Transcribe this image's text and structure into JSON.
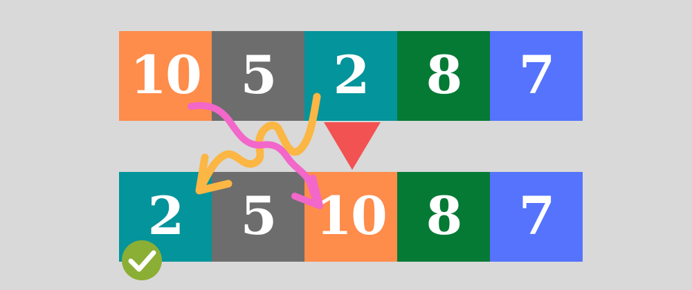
{
  "colors": {
    "background": "#d9d9d9",
    "orange": "#fe8c4b",
    "gray": "#6d6d6d",
    "teal": "#04949b",
    "green": "#057a35",
    "blue": "#5573fc",
    "pointer": "#f25252",
    "pink_arrow": "#f267c9",
    "yellow_arrow": "#fbb644",
    "check": "#8bae35"
  },
  "top_row": [
    {
      "value": "10",
      "color": "#fe8c4b"
    },
    {
      "value": "5",
      "color": "#6d6d6d"
    },
    {
      "value": "2",
      "color": "#04949b"
    },
    {
      "value": "8",
      "color": "#057a35"
    },
    {
      "value": "7",
      "color": "#5573fc"
    }
  ],
  "bottom_row": [
    {
      "value": "2",
      "color": "#04949b"
    },
    {
      "value": "5",
      "color": "#6d6d6d"
    },
    {
      "value": "10",
      "color": "#fe8c4b"
    },
    {
      "value": "8",
      "color": "#057a35"
    },
    {
      "value": "7",
      "color": "#5573fc"
    }
  ],
  "icons": {
    "pointer": "triangle-down-icon",
    "check": "checkmark-icon",
    "swap_arrows": "squiggly-arrow-icon"
  }
}
